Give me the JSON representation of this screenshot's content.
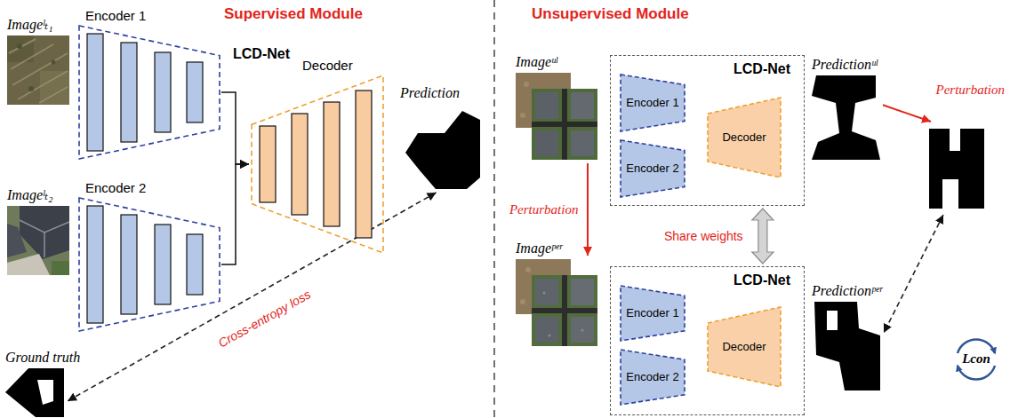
{
  "diagram": {
    "nodes": [
      {
        "text": [
          "Imageˡₜ₁"
        ]
      },
      {
        "text": [
          "Encoder 1"
        ]
      },
      {
        "text": [
          "Imageˡₜ₂"
        ]
      },
      {
        "text": [
          "Encoder 2"
        ]
      },
      {
        "text": [
          "Decoder"
        ]
      },
      {
        "text": [
          "Prediction"
        ]
      },
      {
        "text": [
          "Ground truth"
        ]
      },
      {
        "text": [
          "Imageᵘˡ"
        ]
      },
      {
        "text": [
          "LCD-Net"
        ]
      },
      {
        "text": [
          "Encoder 1"
        ],
        "in": 8
      },
      {
        "text": [
          "Encoder 2"
        ],
        "in": 8
      },
      {
        "text": [
          "Decoder"
        ],
        "in": 8
      },
      {
        "text": [
          "Predictionᵘˡ"
        ]
      },
      {
        "text": [
          "Perturbation"
        ]
      },
      {
        "text": [
          "Imageᵖᵉʳ"
        ]
      },
      {
        "text": [
          "LCD-Net"
        ]
      },
      {
        "text": [
          "Encoder 1"
        ],
        "in": 15
      },
      {
        "text": [
          "Encoder 2"
        ],
        "in": 15
      },
      {
        "text": [
          "Decoder"
        ],
        "in": 15
      },
      {
        "text": [
          "Predictionᵖᵉʳ"
        ]
      }
    ],
    "edges": [
      {
        "from": 1,
        "to": 4,
        "arrow": "to"
      },
      {
        "from": 3,
        "to": 4,
        "arrow": "to"
      },
      {
        "from": 5,
        "to": 6,
        "arrow": "both",
        "label": "Cross-entropy loss"
      },
      {
        "from": 7,
        "to": 14,
        "arrow": "to",
        "label": "Perturbation"
      },
      {
        "from": 8,
        "to": 15,
        "arrow": "both",
        "label": "Share weights"
      },
      {
        "from": 12,
        "to": 13,
        "arrow": "to"
      },
      {
        "from": 13,
        "to": 19,
        "arrow": "both"
      }
    ],
    "labels": [
      "Supervised Module",
      "LCD-Net",
      "Unsupervised Module",
      "Lcon"
    ]
  }
}
